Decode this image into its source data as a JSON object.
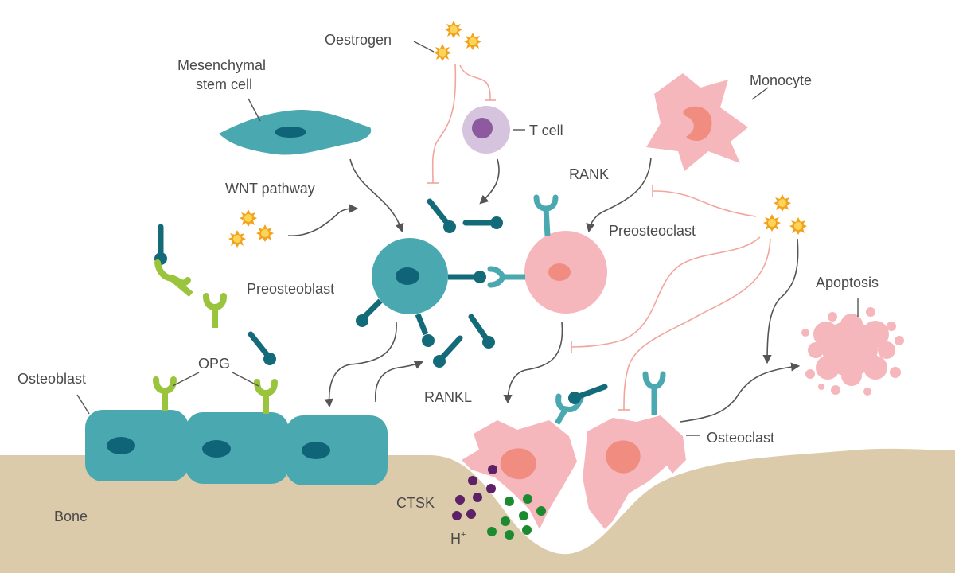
{
  "labels": {
    "oestrogen": "Oestrogen",
    "msc_line1": "Mesenchymal",
    "msc_line2": "stem cell",
    "t_cell": "T cell",
    "monocyte": "Monocyte",
    "wnt": "WNT pathway",
    "rank": "RANK",
    "preosteoclast": "Preosteoclast",
    "preosteoblast": "Preosteoblast",
    "apoptosis": "Apoptosis",
    "opg": "OPG",
    "osteoblast": "Osteoblast",
    "rankl": "RANKL",
    "osteoclast": "Osteoclast",
    "bone": "Bone",
    "ctsk": "CTSK",
    "h_plus": "H",
    "h_plus_sup": "+"
  },
  "colors": {
    "teal": "#4aa8b0",
    "dark_teal": "#136b7a",
    "nucleus_teal": "#0f6577",
    "pink": "#f5b7bb",
    "pink_nucleus": "#f08c80",
    "green": "#9ac43c",
    "purple": "#5e2066",
    "dark_green": "#1c8a2f",
    "bone": "#dccbab",
    "orange": "#f3a21b",
    "inhibit_line": "#f2a59c",
    "arrow": "#555555"
  },
  "icons": [
    "oestrogen-molecule-icon",
    "ligand-rankl-icon",
    "receptor-rank-icon",
    "opg-receptor-icon"
  ]
}
